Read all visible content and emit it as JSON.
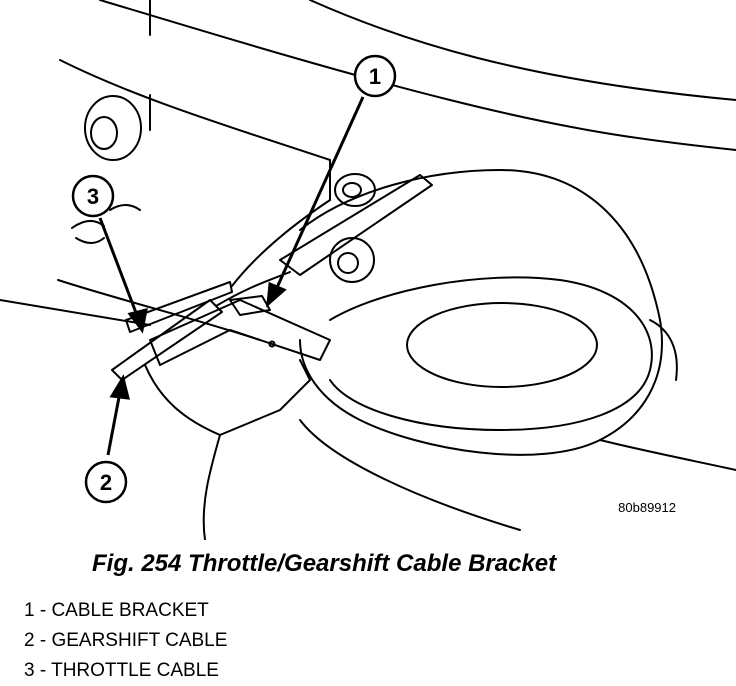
{
  "figure": {
    "callouts": [
      "1",
      "2",
      "3"
    ],
    "figure_code": "80b89912"
  },
  "caption": "Fig. 254 Throttle/Gearshift Cable Bracket",
  "legend": [
    "1 - CABLE BRACKET",
    "2 - GEARSHIFT CABLE",
    "3 - THROTTLE CABLE"
  ]
}
